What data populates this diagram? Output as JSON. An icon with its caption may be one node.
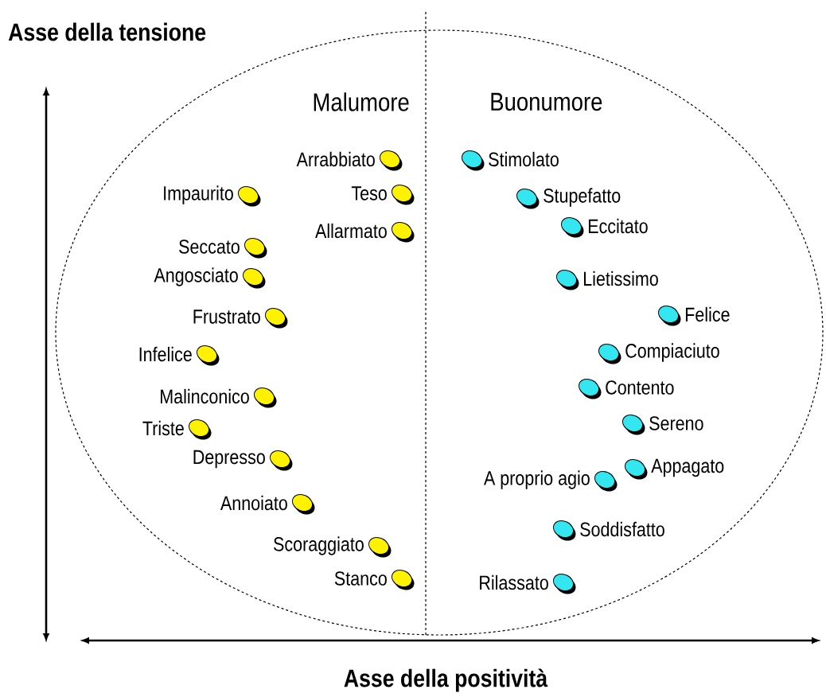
{
  "diagram": {
    "nodes": [
      {
        "text": [
          "Malumore",
          "Buonumore"
        ]
      },
      {
        "text": [],
        "shape": "circle",
        "beside": [
          "Arrabbiato"
        ],
        "in": 0
      },
      {
        "text": [],
        "shape": "circle",
        "beside": [
          "Stimolato"
        ],
        "in": 0
      },
      {
        "text": [],
        "shape": "circle",
        "beside": [
          "Impaurito"
        ],
        "in": 0
      },
      {
        "text": [],
        "shape": "circle",
        "beside": [
          "Teso"
        ],
        "in": 0
      },
      {
        "text": [],
        "shape": "circle",
        "beside": [
          "Stupefatto"
        ],
        "in": 0
      },
      {
        "text": [],
        "shape": "circle",
        "beside": [
          "Eccitato"
        ],
        "in": 0
      },
      {
        "text": [],
        "shape": "circle",
        "beside": [
          "Allarmato"
        ],
        "in": 0
      },
      {
        "text": [],
        "shape": "circle",
        "beside": [
          "Seccato"
        ],
        "in": 0
      },
      {
        "text": [],
        "shape": "circle",
        "beside": [
          "Angosciato"
        ],
        "in": 0
      },
      {
        "text": [],
        "shape": "circle",
        "beside": [
          "Lietissimo"
        ],
        "in": 0
      },
      {
        "text": [],
        "shape": "circle",
        "beside": [
          "Felice"
        ],
        "in": 0
      },
      {
        "text": [],
        "shape": "circle",
        "beside": [
          "Frustrato"
        ],
        "in": 0
      },
      {
        "text": [],
        "shape": "circle",
        "beside": [
          "Infelice"
        ],
        "in": 0
      },
      {
        "text": [],
        "shape": "circle",
        "beside": [
          "Compiaciuto"
        ],
        "in": 0
      },
      {
        "text": [],
        "shape": "circle",
        "beside": [
          "Contento"
        ],
        "in": 0
      },
      {
        "text": [],
        "shape": "circle",
        "beside": [
          "Malinconico"
        ],
        "in": 0
      },
      {
        "text": [],
        "shape": "circle",
        "beside": [
          "Sereno"
        ],
        "in": 0
      },
      {
        "text": [],
        "shape": "circle",
        "beside": [
          "Triste"
        ],
        "in": 0
      },
      {
        "text": [],
        "shape": "circle",
        "beside": [
          "Depresso"
        ],
        "in": 0
      },
      {
        "text": [],
        "shape": "circle",
        "beside": [
          "Appagato"
        ],
        "in": 0
      },
      {
        "text": [],
        "shape": "circle",
        "beside": [
          "A proprio agio"
        ],
        "in": 0
      },
      {
        "text": [],
        "shape": "circle",
        "beside": [
          "Annoiato"
        ],
        "in": 0
      },
      {
        "text": [],
        "shape": "circle",
        "beside": [
          "Soddisfatto"
        ],
        "in": 0
      },
      {
        "text": [],
        "shape": "circle",
        "beside": [
          "Scoraggiato"
        ],
        "in": 0
      },
      {
        "text": [],
        "shape": "circle",
        "beside": [
          "Stanco"
        ],
        "in": 0
      },
      {
        "text": [],
        "shape": "circle",
        "beside": [
          "Rilassato"
        ],
        "in": 0
      }
    ],
    "labels": [
      "Asse della tensione",
      "Asse della positività"
    ]
  }
}
